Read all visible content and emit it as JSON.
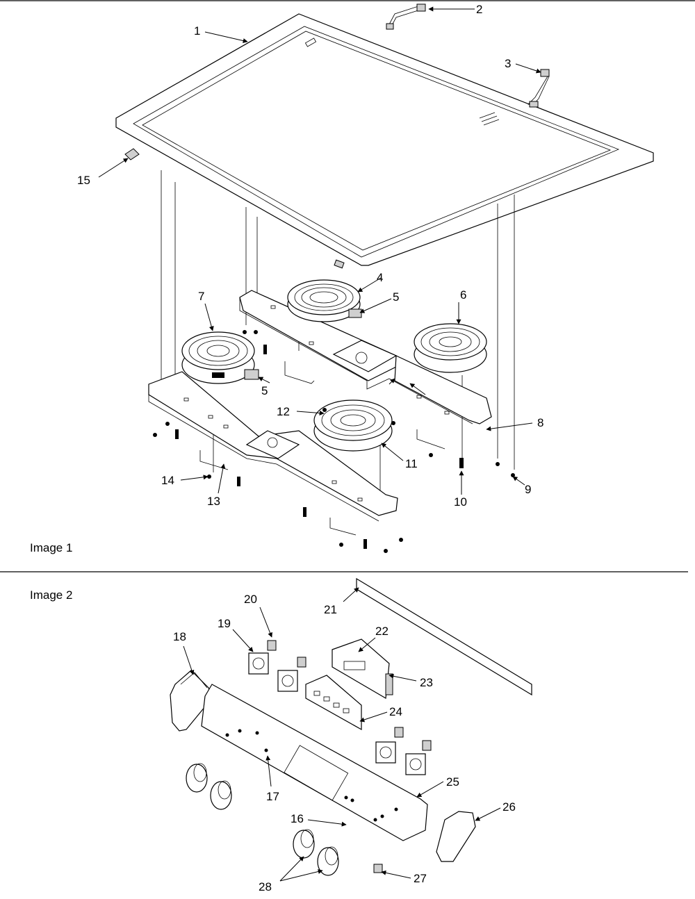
{
  "captions": {
    "image1": "Image 1",
    "image2": "Image 2"
  },
  "callouts": {
    "c1": "1",
    "c2": "2",
    "c3": "3",
    "c4": "4",
    "c5a": "5",
    "c5b": "5",
    "c6": "6",
    "c7": "7",
    "c8": "8",
    "c9": "9",
    "c10": "10",
    "c11": "11",
    "c12": "12",
    "c13": "13",
    "c14": "14",
    "c15": "15",
    "c16": "16",
    "c17": "17",
    "c18": "18",
    "c19": "19",
    "c20": "20",
    "c21": "21",
    "c22": "22",
    "c23": "23",
    "c24": "24",
    "c25": "25",
    "c26": "26",
    "c27": "27",
    "c28": "28"
  }
}
